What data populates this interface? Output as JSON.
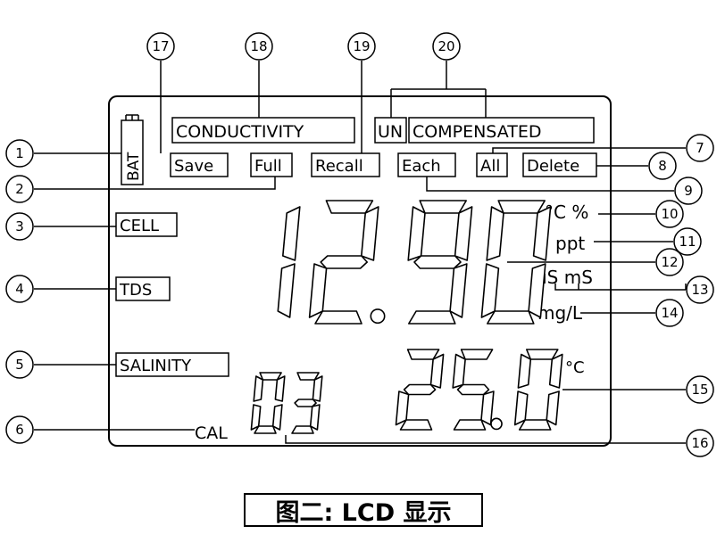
{
  "lcd": {
    "labels": {
      "bat": "BAT",
      "save": "Save",
      "full": "Full",
      "recall": "Recall",
      "each": "Each",
      "all": "All",
      "delete": "Delete",
      "conductivity": "CONDUCTIVITY",
      "un": "UN",
      "compensated": "COMPENSATED",
      "cell": "CELL",
      "tds": "TDS",
      "salinity": "SALINITY",
      "cal": "CAL",
      "unit_c_pct": "°C %",
      "unit_ppt": "ppt",
      "unit_us_ms": "uS mS",
      "unit_mgl": "mg/L",
      "unit_c_small": "°C"
    },
    "main_digits": "12.90",
    "temp_digits": "25.0",
    "cal_digits": "03"
  },
  "callouts": [
    "1",
    "2",
    "3",
    "4",
    "5",
    "6",
    "7",
    "8",
    "9",
    "10",
    "11",
    "12",
    "13",
    "14",
    "15",
    "16",
    "17",
    "18",
    "19",
    "20"
  ],
  "caption": "图二:  LCD  显示"
}
